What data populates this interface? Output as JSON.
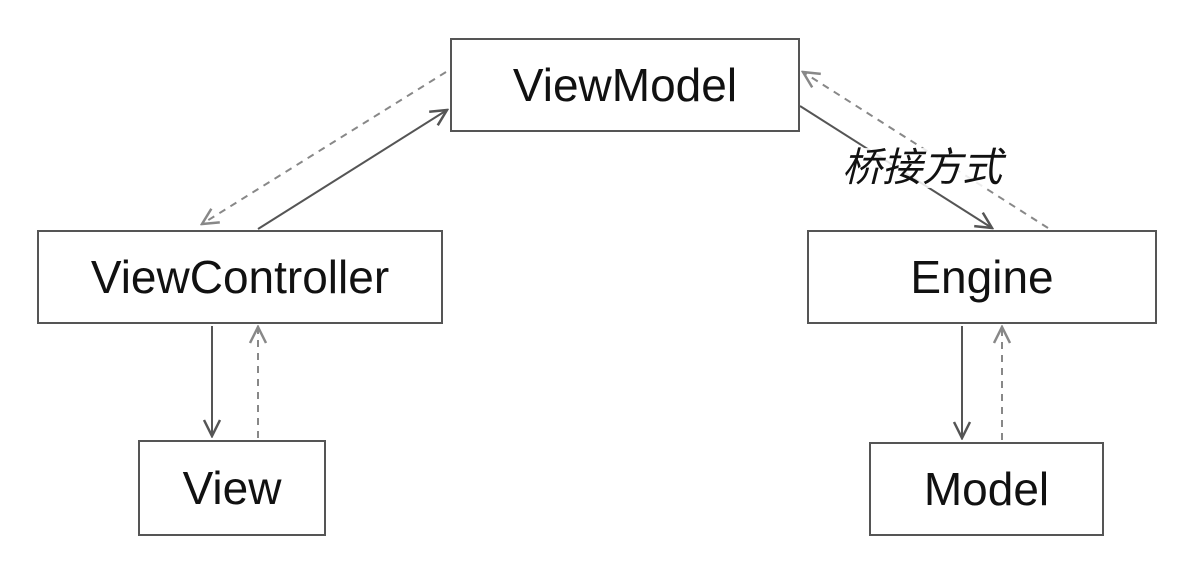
{
  "nodes": {
    "viewmodel": "ViewModel",
    "viewcontroller": "ViewController",
    "engine": "Engine",
    "view": "View",
    "model": "Model"
  },
  "edge_label": "桥接方式",
  "colors": {
    "line": "#555555",
    "dashed_line": "#888888",
    "text": "#111111",
    "border": "#555555"
  }
}
